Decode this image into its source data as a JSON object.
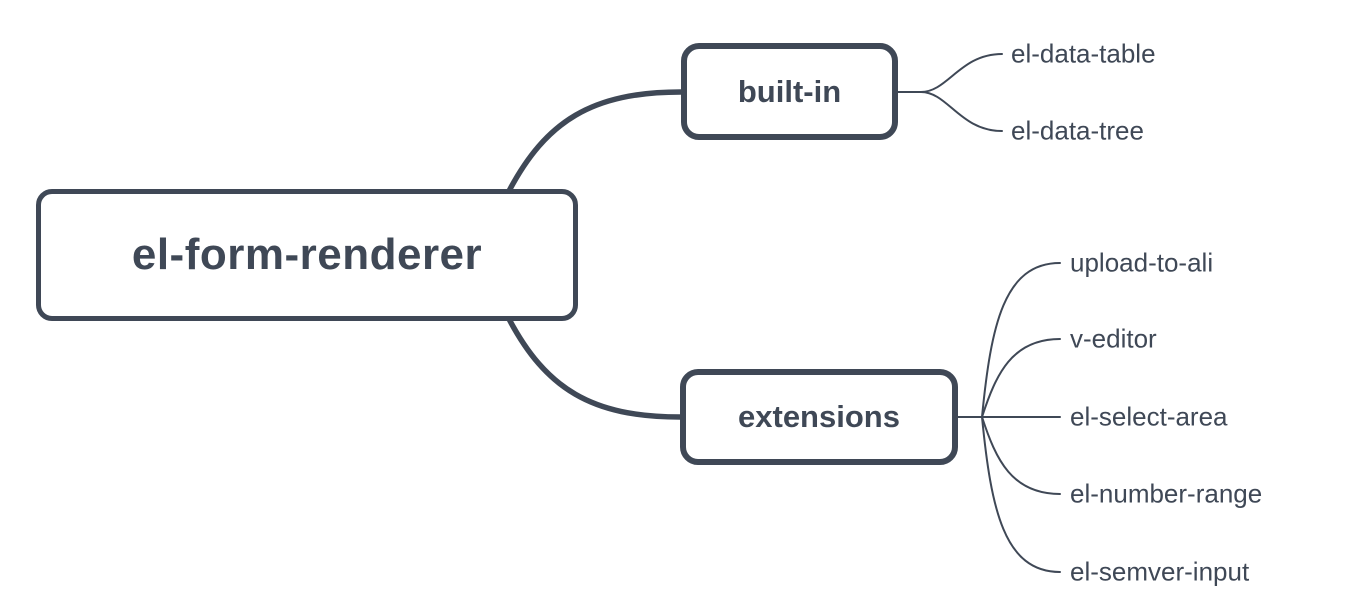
{
  "palette": {
    "stroke": "#3f4856",
    "text": "#3f4856",
    "node_fill": "#ffffff",
    "background": "#ffffff"
  },
  "mindmap": {
    "root": {
      "label": "el-form-renderer"
    },
    "branches": [
      {
        "label": "built-in",
        "children": [
          "el-data-table",
          "el-data-tree"
        ]
      },
      {
        "label": "extensions",
        "children": [
          "upload-to-ali",
          "v-editor",
          "el-select-area",
          "el-number-range",
          "el-semver-input"
        ]
      }
    ]
  }
}
